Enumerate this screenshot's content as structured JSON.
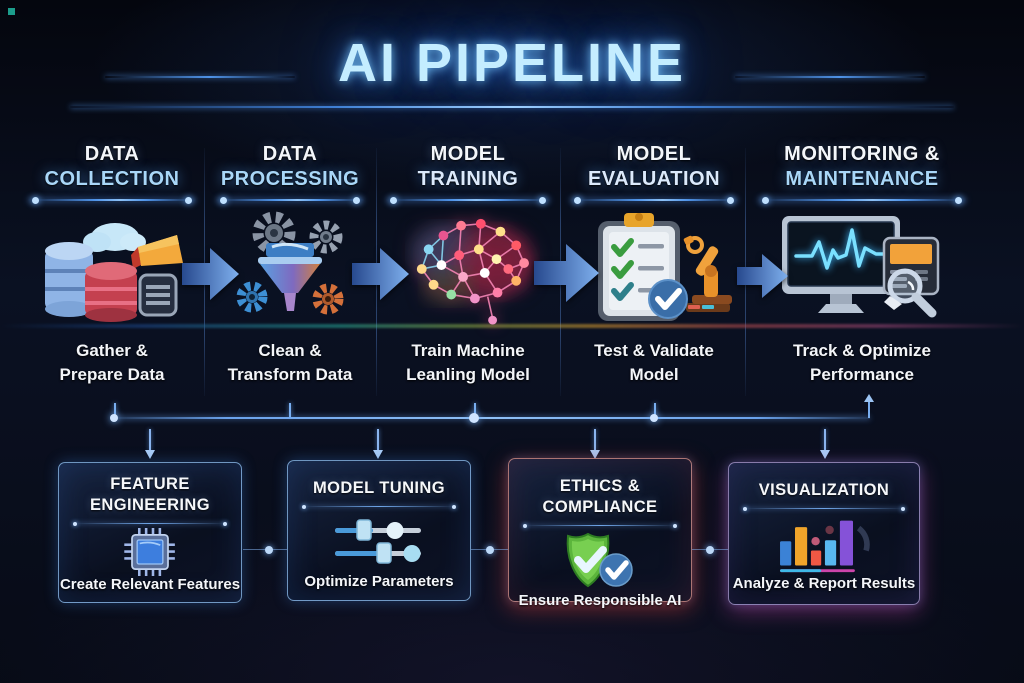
{
  "title": "AI PIPELINE",
  "stages": [
    {
      "heading_line1": "DATA",
      "heading_line2": "COLLECTION",
      "caption_line1": "Gather &",
      "caption_line2": "Prepare Data",
      "icon": "databases-cloud-icon"
    },
    {
      "heading_line1": "DATA",
      "heading_line2": "PROCESSING",
      "caption_line1": "Clean &",
      "caption_line2": "Transform Data",
      "icon": "gears-funnel-icon"
    },
    {
      "heading_line1": "MODEL",
      "heading_line2": "TRAINING",
      "caption_line1": "Train Machine",
      "caption_line2": "Leanling Model",
      "icon": "neural-brain-icon"
    },
    {
      "heading_line1": "MODEL",
      "heading_line2": "EVALUATION",
      "caption_line1": "Test & Validate",
      "caption_line2": "Model",
      "icon": "checklist-robot-icon"
    },
    {
      "heading_line1": "MONITORING &",
      "heading_line2": "MAINTENANCE",
      "caption_line1": "Track & Optimize",
      "caption_line2": "Performance",
      "icon": "monitor-pulse-magnifier-icon"
    }
  ],
  "sub_stages": [
    {
      "title_line1": "FEATURE",
      "title_line2": "ENGINEERING",
      "caption": "Create Relevant Features",
      "icon": "chip-icon",
      "accent": "blue"
    },
    {
      "title_line1": "MODEL TUNING",
      "title_line2": "",
      "caption": "Optimize Parameters",
      "icon": "sliders-icon",
      "accent": "blue"
    },
    {
      "title_line1": "ETHICS & COMPLIANCE",
      "title_line2": "",
      "caption": "Ensure Responsible AI",
      "icon": "shield-check-icon",
      "accent": "red"
    },
    {
      "title_line1": "VISUALIZATION",
      "title_line2": "",
      "caption": "Analyze & Report Results",
      "icon": "bar-chart-icon",
      "accent": "magenta"
    }
  ],
  "colors": {
    "background": "#0a1122",
    "title_glow_cyan": "#c4edff",
    "header_white": "#f4f7fb",
    "header_blue": "#a9d7f8",
    "arrow_blue": "#4a7fd0",
    "rail_blue": "#8fc0f6",
    "ethics_glow_red": "#e14137",
    "visualization_glow_magenta": "#cd46aa",
    "shield_green": "#5cb53c",
    "check_badge_blue": "#3a6ea8",
    "chip_blue": "#3d7ede",
    "bar_orange": "#f0a42a",
    "bar_purple": "#8552d8"
  }
}
